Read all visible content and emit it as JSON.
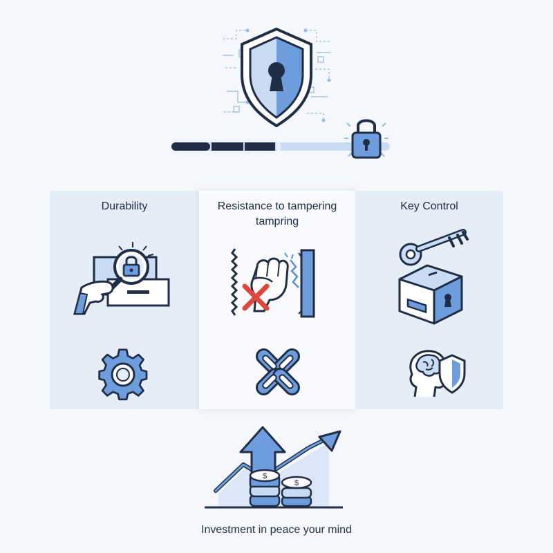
{
  "panels": {
    "durability": {
      "title": "Durability"
    },
    "tamper": {
      "title": "Resistance to tampering",
      "subtitle": "tampring"
    },
    "key_control": {
      "title": "Key Control"
    }
  },
  "caption": "Investment in peace your mind",
  "progress": {
    "filled_fraction": 0.49,
    "segments_filled": 3
  },
  "colors": {
    "dark": "#1f2d45",
    "accent": "#5b8fd6",
    "accent_light": "#b9d1ef",
    "panel_bg": "#e5edf7",
    "reject_red": "#e0463c"
  },
  "icons": [
    "shield-keyhole-icon",
    "padlock-icon",
    "magnifier-lock-icon",
    "gear-icon",
    "fist-icon",
    "x-mark-icon",
    "broken-chain-icon",
    "key-icon",
    "lockbox-icon",
    "brain-shield-icon",
    "growth-arrow-icon",
    "coin-stack-icon"
  ]
}
